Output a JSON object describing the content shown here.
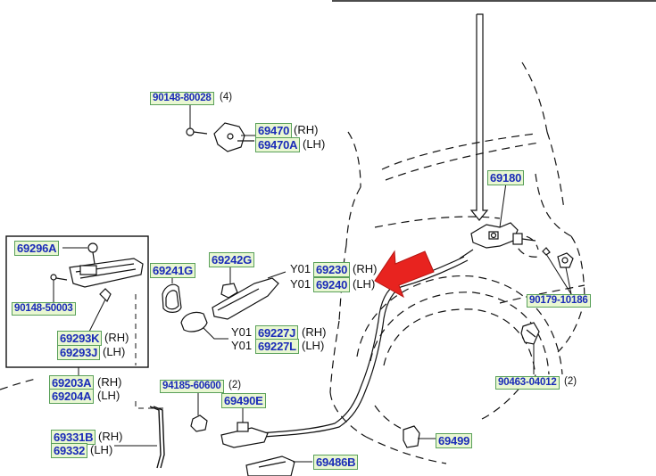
{
  "labels": {
    "p90148_80028": "90148-80028",
    "p90148_80028_qty": "(4)",
    "p69470": "69470",
    "p69470_suffix": "(RH)",
    "p69470A": "69470A",
    "p69470A_suffix": "(LH)",
    "p69180": "69180",
    "p69296A": "69296A",
    "p90148_50003": "90148-50003",
    "p69293K": "69293K",
    "p69293K_suffix": "(RH)",
    "p69293J": "69293J",
    "p69293J_suffix": "(LH)",
    "p69203A": "69203A",
    "p69203A_suffix": "(RH)",
    "p69204A": "69204A",
    "p69204A_suffix": "(LH)",
    "p69241G": "69241G",
    "p69242G": "69242G",
    "y01_a": "Y01",
    "p69230": "69230",
    "p69230_suffix": "(RH)",
    "y01_b": "Y01",
    "p69240": "69240",
    "p69240_suffix": "(LH)",
    "y01_c": "Y01",
    "p69227J": "69227J",
    "p69227J_suffix": "(RH)",
    "y01_d": "Y01",
    "p69227L": "69227L",
    "p69227L_suffix": "(LH)",
    "p90179_10186": "90179-10186",
    "p90463_04012": "90463-04012",
    "p90463_04012_qty": "(2)",
    "p94185_60600": "94185-60600",
    "p94185_60600_qty": "(2)",
    "p69490E": "69490E",
    "p69499": "69499",
    "p69331B": "69331B",
    "p69331B_suffix": "(RH)",
    "p69332": "69332",
    "p69332_suffix": "(LH)",
    "p69486B": "69486B"
  },
  "colors": {
    "label_text": "#1a2bb8",
    "label_fill": "#e9f7d2",
    "label_border": "#5aa05a",
    "arrow": "#e8231f",
    "line": "#111111"
  }
}
